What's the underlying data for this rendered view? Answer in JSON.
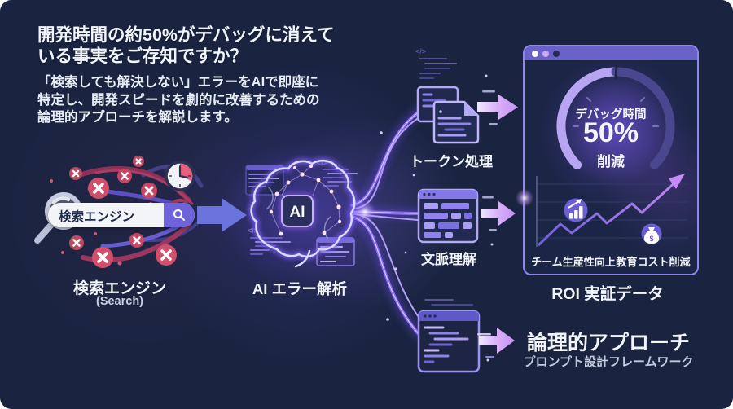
{
  "colors": {
    "background": "#1a2441",
    "accent_purple": "#8b5cf6",
    "stream_light": "#b49df8",
    "crimson": "#c64663",
    "panel_border": "#9186ee",
    "titlebar": "#6a62c9",
    "gauge_bright": "#b7a5f2",
    "gauge_dim": "#4a478f",
    "white": "#f3f5fb"
  },
  "header": {
    "title_lines": [
      "開発時間の約50%がデバッグに消えて",
      "いる事実をご存知ですか？"
    ],
    "subtitle_lines": [
      "「検索しても解決しない」エラーをAIで即座に",
      "特定し、開発スピードを劇的に改善するための",
      "論理的アプローチを解説します。"
    ]
  },
  "search": {
    "input_value": "検索エンジン",
    "label": "検索エンジン",
    "sublabel": "(Search)"
  },
  "ai": {
    "chip_label": "AI",
    "label": "AI エラー解析",
    "code_symbol": "</>"
  },
  "branches": [
    {
      "label": "トークン処理"
    },
    {
      "label": "文脈理解"
    }
  ],
  "outcome": {
    "title": "論理的アプローチ",
    "subtitle": "プロンプト設計フレームワーク"
  },
  "dashboard": {
    "gauge_title": "デバッグ時間",
    "gauge_value": "50%",
    "gauge_caption": "削減",
    "metric_left": "チーム生産性向上",
    "metric_right": "教育コスト削減",
    "panel_label": "ROI 実証データ",
    "money_symbol": "$"
  },
  "icons": {
    "search": "magnifier",
    "clock": "clock-quarter",
    "error": "x-mark-circle",
    "ai": "brain-neural-network",
    "token": "stacked-files",
    "context": "browser-window",
    "prompt": "code-window",
    "productivity": "bar-chart-arrow",
    "cost": "money-bag",
    "flow": "glowing-streams"
  }
}
